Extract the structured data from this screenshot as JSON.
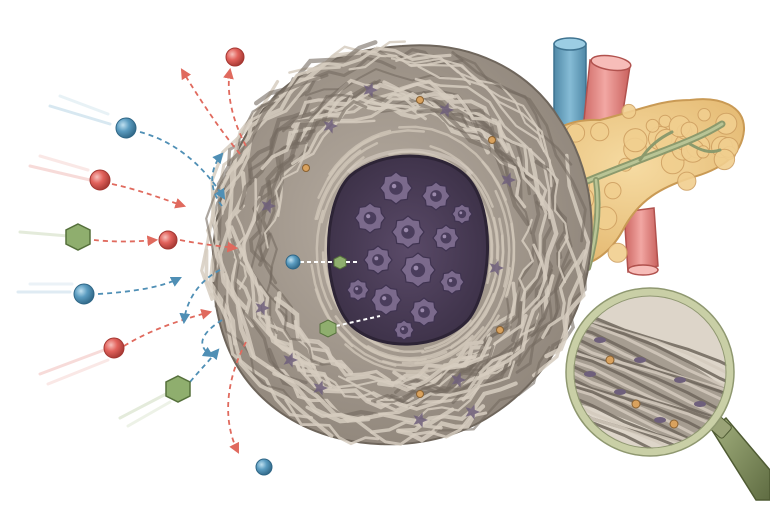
{
  "scene": {
    "elements": [
      "incoming-particles",
      "deflected-particles",
      "fibrous-stroma-mass",
      "tumor-core-cells",
      "pancreas",
      "blood-vessels",
      "magnifier-inset"
    ]
  },
  "colors": {
    "background": "#ffffff",
    "stroma": "#a49a8e",
    "stroma_fiber_light": "#d2c8bc",
    "stroma_fiber_dark": "#6f665c",
    "core": "#4a3d55",
    "tumor_cell": "#7b6a8c",
    "tumor_nucleus": "#3f3350",
    "pancreas": "#ecc783",
    "pancreas_edge": "#c99a55",
    "duct": "#9aa77a",
    "vein": "#6aa3c0",
    "artery": "#e68a86",
    "particle_blue": "#5b9cc0",
    "particle_red": "#e2625c",
    "particle_green": "#8fae6e",
    "arrow_blue": "#4f8fb5",
    "arrow_red": "#e06a5e",
    "magnifier_rim": "#c9cfa6",
    "magnifier_handle": "#7f8d5e"
  },
  "icons": {
    "blue_particle": "sphere-icon",
    "red_particle": "sphere-icon",
    "green_particle": "hexagon-icon",
    "arrow": "dashed-arrow-icon"
  }
}
